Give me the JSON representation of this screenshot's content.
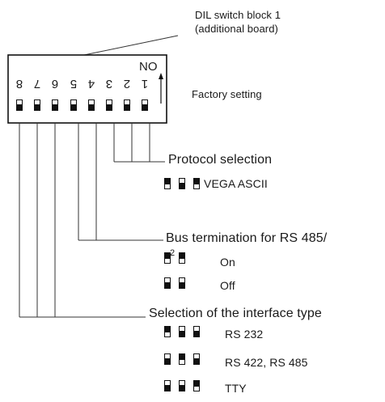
{
  "block_title": [
    "DIL switch block 1",
    "(additional board)"
  ],
  "block": {
    "on_label": "NO",
    "numbers": [
      "8",
      "7",
      "6",
      "5",
      "4",
      "3",
      "2",
      "1"
    ],
    "arrow": "arrow-up-icon",
    "switches": [
      "on",
      "on",
      "on",
      "on",
      "on",
      "on",
      "on",
      "on"
    ]
  },
  "factory_setting_label": "Factory setting",
  "groups": {
    "protocol": {
      "title": "Protocol selection",
      "options": [
        {
          "label": "VEGA ASCII",
          "switches": [
            "up",
            "down",
            "up"
          ]
        }
      ]
    },
    "bus": {
      "title": "Bus termination for RS 485/",
      "options": [
        {
          "label": "On",
          "switches": [
            "up",
            "up"
          ]
        },
        {
          "label": "Off",
          "switches": [
            "down",
            "down"
          ]
        }
      ],
      "overlay_digit": "2"
    },
    "interface": {
      "title": "Selection of the interface type",
      "options": [
        {
          "label": "RS 232",
          "switches": [
            "up",
            "down",
            "down"
          ]
        },
        {
          "label": "RS 422, RS 485",
          "switches": [
            "down",
            "up",
            "down"
          ]
        },
        {
          "label": "TTY",
          "switches": [
            "down",
            "down",
            "up"
          ]
        }
      ]
    }
  }
}
